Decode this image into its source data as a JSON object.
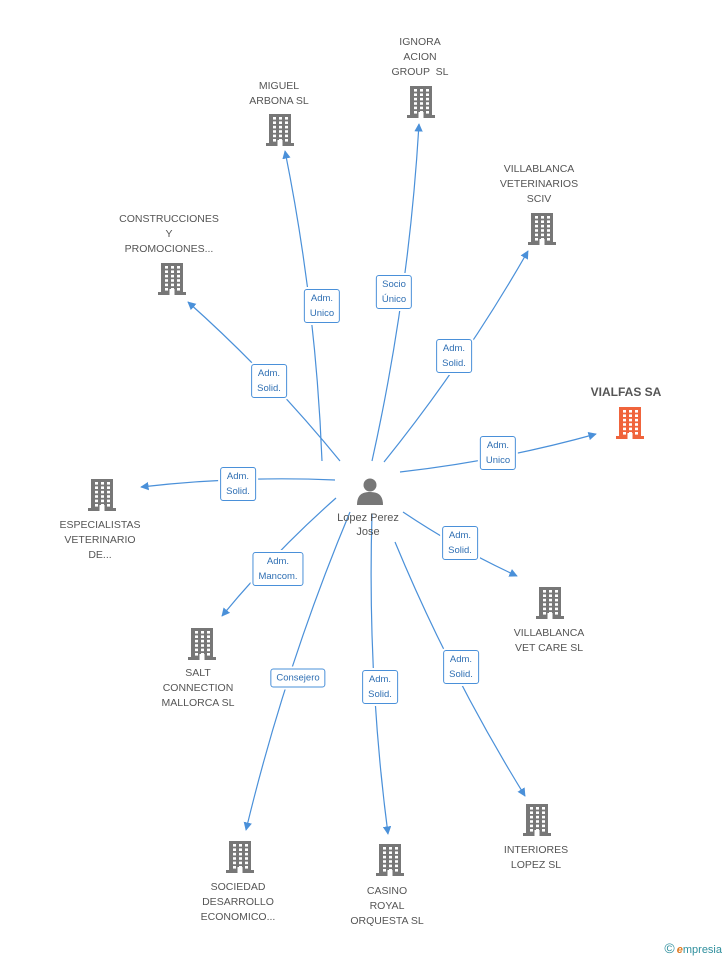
{
  "center": {
    "name": "Lopez Perez\nJose",
    "icon": "person-icon"
  },
  "colors": {
    "edge": "#4a90d9",
    "building": "#777777",
    "highlight": "#f0643c",
    "label": "#555555"
  },
  "companies": [
    {
      "id": "miguel-arbona",
      "name": "MIGUEL\nARBONA SL",
      "relation": "Adm.\nUnico",
      "highlight": false
    },
    {
      "id": "ignora-acion",
      "name": "IGNORA\nACION\nGROUP  SL",
      "relation": "Socio\nÚnico",
      "highlight": false
    },
    {
      "id": "villablanca-sciv",
      "name": "VILLABLANCA\nVETERINARIOS\nSCIV",
      "relation": "Adm.\nSolid.",
      "highlight": false
    },
    {
      "id": "construcciones",
      "name": "CONSTRUCCIONES\nY\nPROMOCIONES...",
      "relation": "Adm.\nSolid.",
      "highlight": false
    },
    {
      "id": "vialfas",
      "name": "VIALFAS SA",
      "relation": "Adm.\nUnico",
      "highlight": true
    },
    {
      "id": "especialistas",
      "name": "ESPECIALISTAS\nVETERINARIO\nDE...",
      "relation": "Adm.\nSolid.",
      "highlight": false
    },
    {
      "id": "villablanca-vet",
      "name": "VILLABLANCA\nVET CARE SL",
      "relation": "Adm.\nSolid.",
      "highlight": false
    },
    {
      "id": "salt-connection",
      "name": "SALT\nCONNECTION\nMALLORCA SL",
      "relation": "Adm.\nMancom.",
      "highlight": false
    },
    {
      "id": "sociedad",
      "name": "SOCIEDAD\nDESARROLLO\nECONOMICO...",
      "relation": "Consejero",
      "highlight": false
    },
    {
      "id": "casino-royal",
      "name": "CASINO\nROYAL\nORQUESTA SL",
      "relation": "Adm.\nSolid.",
      "highlight": false
    },
    {
      "id": "interiores",
      "name": "INTERIORES\nLOPEZ SL",
      "relation": "Adm.\nSolid.",
      "highlight": false
    }
  ],
  "footer": {
    "copyright": "©",
    "brand_e": "e",
    "brand_rest": "mpresia"
  }
}
